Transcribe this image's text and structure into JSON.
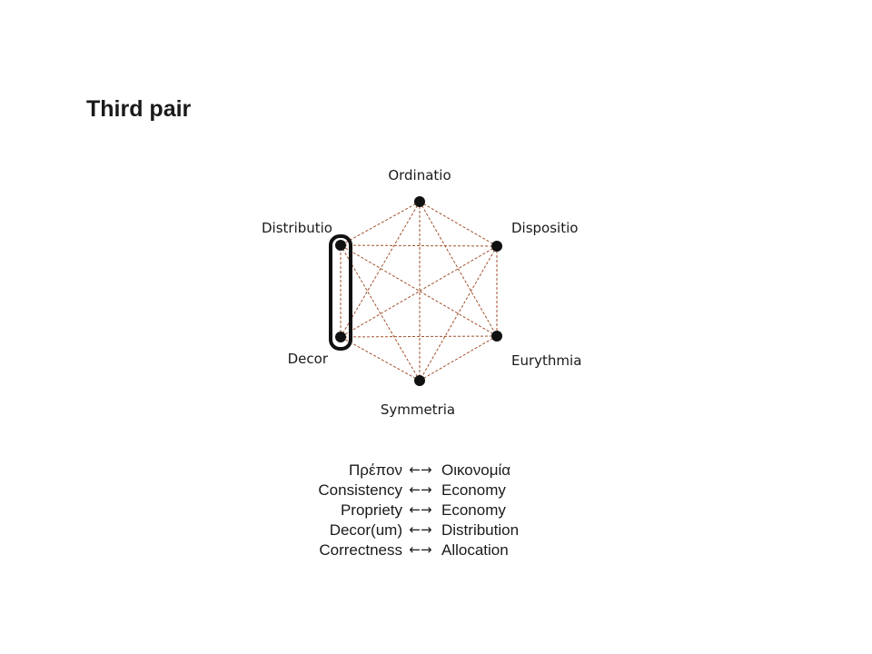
{
  "slide": {
    "title": "Third pair"
  },
  "diagram": {
    "nodes": [
      {
        "id": "ordinatio",
        "label": "Ordinatio"
      },
      {
        "id": "dispositio",
        "label": "Dispositio"
      },
      {
        "id": "eurythmia",
        "label": "Eurythmia"
      },
      {
        "id": "symmetria",
        "label": "Symmetria"
      },
      {
        "id": "decor",
        "label": "Decor"
      },
      {
        "id": "distributio",
        "label": "Distributio"
      }
    ],
    "highlighted_pair": [
      "distributio",
      "decor"
    ],
    "edge_color": "#a0522d",
    "node_color": "#111111"
  },
  "pairs": [
    {
      "left": "Πρέπον",
      "arrow": "←→",
      "right": "Οικονομία"
    },
    {
      "left": "Consistency",
      "arrow": "←→",
      "right": "Economy"
    },
    {
      "left": "Propriety",
      "arrow": "←→",
      "right": "Economy"
    },
    {
      "left": "Decor(um)",
      "arrow": "←→",
      "right": "Distribution"
    },
    {
      "left": "Correctness",
      "arrow": "←→",
      "right": "Allocation"
    }
  ]
}
